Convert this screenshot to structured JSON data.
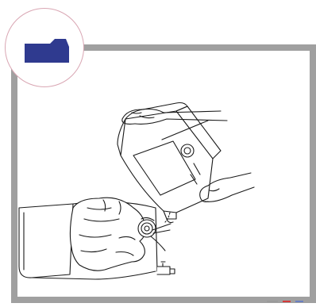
{
  "figure": {
    "badge_icon": "folded-document-icon",
    "badge_icon_color": "#2f3a8f",
    "badge_ring_color": "#d9a6b3",
    "frame_color": "#a0a0a0",
    "line_color": "#1a1a1a",
    "scene": "hands-pouring-liquid-from-canister-into-container"
  },
  "footer_marks": [
    {
      "name": "mark-gray",
      "color": "#9a9a9a"
    },
    {
      "name": "mark-red",
      "color": "#d33a3a"
    },
    {
      "name": "mark-blue",
      "color": "#6a7fc0"
    }
  ]
}
